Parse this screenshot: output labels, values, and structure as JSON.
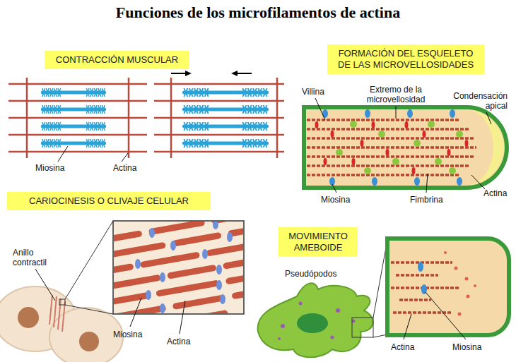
{
  "diagram": {
    "title": "Funciones de los microfilamentos de actina",
    "nodes": [
      {
        "text": [
          "CONTRACCIÓN MUSCULAR"
        ]
      },
      {
        "text": [
          "FORMACIÓN DEL ESQUELETO DE LAS MICROVELLOSIDADES"
        ]
      },
      {
        "text": [
          "CARIOCINESIS O CLIVAJE CELULAR"
        ]
      },
      {
        "text": [
          "MOVIMIENTO AMEBOIDE"
        ]
      }
    ],
    "labels": [
      "Miosina",
      "Actina",
      "Villina",
      "Extremo de la microvellosidad",
      "Condensación apical",
      "Miosina",
      "Fimbrina",
      "Actina",
      "Anillo contractil",
      "Miosina",
      "Actina",
      "Pseudópodos",
      "Actina",
      "Miosina"
    ]
  }
}
